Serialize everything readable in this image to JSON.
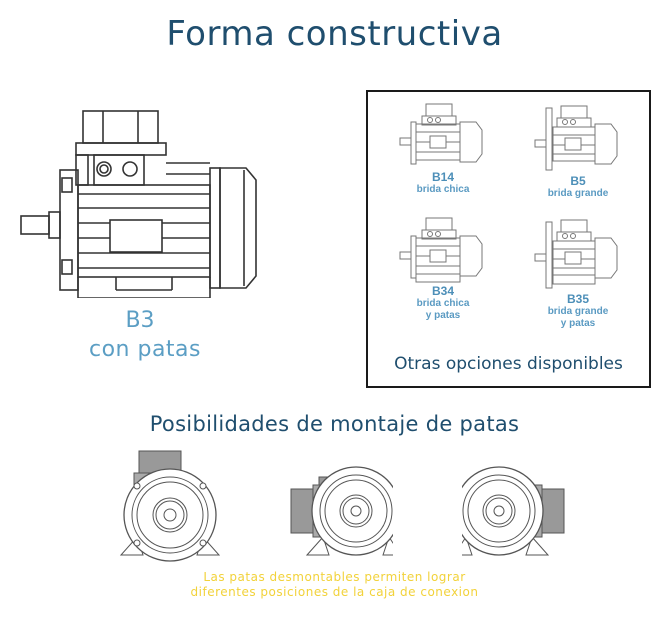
{
  "title": "Forma constructiva",
  "main_mount": {
    "code": "B3",
    "description": "con patas",
    "icon": "motor-side-view-icon"
  },
  "other_options": {
    "caption": "Otras opciones disponibles",
    "items": [
      {
        "code": "B14",
        "description_line1": "brida chica",
        "description_line2": "",
        "icon": "motor-small-flange-icon"
      },
      {
        "code": "B5",
        "description_line1": "brida grande",
        "description_line2": "",
        "icon": "motor-large-flange-icon"
      },
      {
        "code": "B34",
        "description_line1": "brida chica",
        "description_line2": "y patas",
        "icon": "motor-small-flange-feet-icon"
      },
      {
        "code": "B35",
        "description_line1": "brida grande",
        "description_line2": "y patas",
        "icon": "motor-large-flange-feet-icon"
      }
    ]
  },
  "feet_mounting": {
    "title": "Posibilidades de montaje de patas",
    "positions": [
      {
        "terminal_box": "top",
        "icon": "motor-front-box-top-icon"
      },
      {
        "terminal_box": "left",
        "icon": "motor-front-box-left-icon"
      },
      {
        "terminal_box": "right",
        "icon": "motor-front-box-right-icon"
      }
    ],
    "note_line1": "Las patas desmontables permiten lograr",
    "note_line2": "diferentes posiciones de la caja de conexion"
  },
  "colors": {
    "title": "#1f4e6e",
    "accent_blue": "#5b9ec4",
    "note_yellow": "#f2d23a",
    "box_border": "#1a1a1a"
  }
}
